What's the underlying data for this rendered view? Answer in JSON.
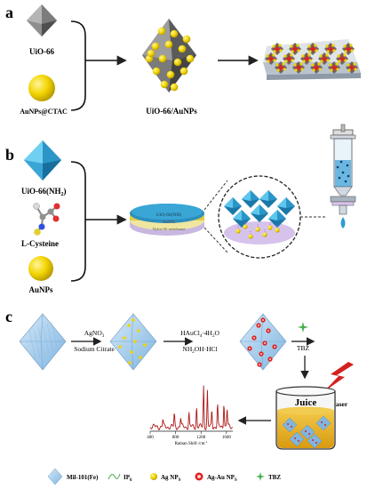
{
  "panels": {
    "a": {
      "letter": "a",
      "left_top_label": "UiO-66",
      "left_bottom_label": "AuNPs@CTAC",
      "center_label": "UiO-66/AuNPs"
    },
    "b": {
      "letter": "b",
      "label_1": "UiO-66(NH",
      "label_1_sub": "2",
      "label_1_end": ")",
      "label_2": "L-Cysteine",
      "label_3": "AuNPs",
      "membrane_label_1": "UiO-66(NH)",
      "membrane_label_2": "AuNPs",
      "membrane_label_3": "Nylon 66 membrane"
    },
    "c": {
      "letter": "c",
      "step1_reagent_1": "AgNO",
      "step1_reagent_1_sub": "3",
      "step1_reagent_2": "Sodium Citrate",
      "step2_reagent_1": "HAuCl",
      "step2_reagent_1_sub": "4",
      "step2_reagent_1_end": "·4H",
      "step2_reagent_1_sub2": "2",
      "step2_reagent_1_end2": "O",
      "step2_reagent_2": "NH",
      "step2_reagent_2_sub": "2",
      "step2_reagent_2_end": "OH·HCl",
      "analyte": "TBZ",
      "laser_label": "Laser",
      "juice_label": "Juice",
      "spectrum_x_label": "Raman Shift /cm",
      "spectrum_x_label_sup": "-1",
      "spectrum_ticks": [
        "400",
        "800",
        "1200",
        "1600"
      ]
    }
  },
  "legend": {
    "item_1": "Mil-101(Fe)",
    "item_2": "IP",
    "item_2_sub": "6",
    "item_3": "Ag NP",
    "item_3_sub": "S",
    "item_4": "Ag-Au NP",
    "item_4_sub": "S",
    "item_5": "TBZ"
  },
  "colors": {
    "uio66_gray": "#7a7a7a",
    "gold": "#f0d400",
    "octa_blue": "#2a9fd0",
    "mil_blue": "#9cc8ea",
    "star_red": "#e02020",
    "spectrum": "#b01818",
    "juice": "#e8b428",
    "laser": "#d42020",
    "tbz_green": "#4caf50"
  }
}
